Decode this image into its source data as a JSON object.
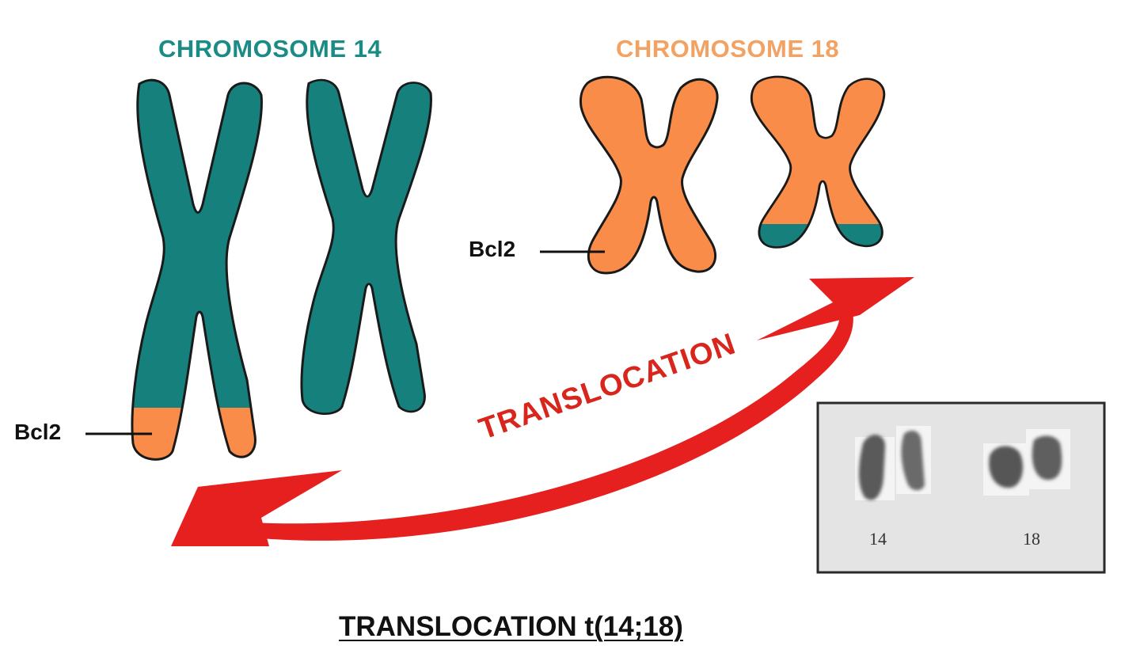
{
  "headings": {
    "chr14": "CHROMOSOME 14",
    "chr18": "CHROMOSOME 18"
  },
  "labels": {
    "bcl2_chr14": "Bcl2",
    "bcl2_chr18": "Bcl2"
  },
  "arrow": {
    "label": "TRANSLOCATION"
  },
  "karyotype": {
    "label_14": "14",
    "label_18": "18"
  },
  "title": "TRANSLOCATION t(14;18)",
  "colors": {
    "teal": "#16807d",
    "orange": "#f98c48",
    "red": "#e5201f",
    "outline": "#1a1a1a",
    "heading14": "#1b8b86",
    "heading18": "#f2a263"
  }
}
